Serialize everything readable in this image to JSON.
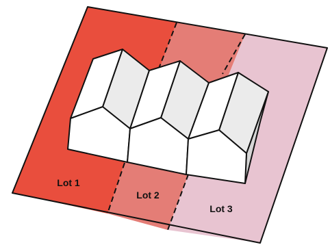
{
  "lots": [
    {
      "label": "Lot 1",
      "color": "#e94e3d"
    },
    {
      "label": "Lot 2",
      "color": "#e47d76"
    },
    {
      "label": "Lot 3",
      "color": "#e8c4d1"
    }
  ],
  "outline_color": "#111111",
  "building": {
    "description_units": 3,
    "roof_fill": "#ebebeb",
    "wall_fill": "#ffffff"
  }
}
